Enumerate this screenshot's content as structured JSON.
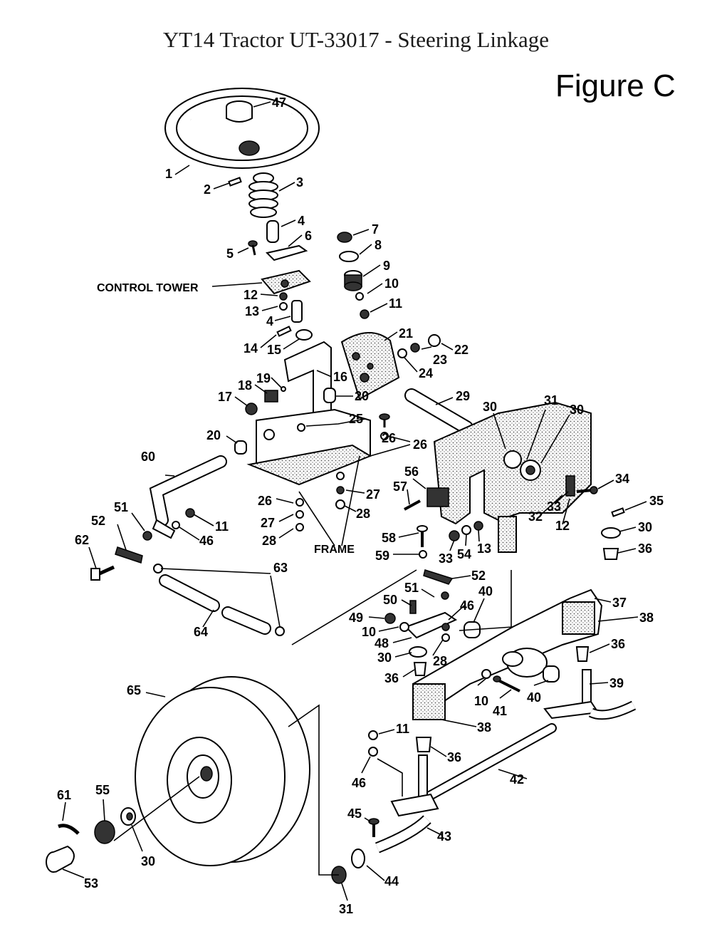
{
  "header": {
    "title": "YT14 Tractor UT-33017 - Steering Linkage",
    "figure": "Figure C"
  },
  "labels": {
    "control_tower": "CONTROL TOWER",
    "frame": "FRAME"
  },
  "callouts": [
    {
      "id": "c47",
      "text": "47"
    },
    {
      "id": "c1",
      "text": "1"
    },
    {
      "id": "c2",
      "text": "2"
    },
    {
      "id": "c3",
      "text": "3"
    },
    {
      "id": "c4a",
      "text": "4"
    },
    {
      "id": "c5",
      "text": "5"
    },
    {
      "id": "c6",
      "text": "6"
    },
    {
      "id": "c7",
      "text": "7"
    },
    {
      "id": "c8",
      "text": "8"
    },
    {
      "id": "c9",
      "text": "9"
    },
    {
      "id": "c10a",
      "text": "10"
    },
    {
      "id": "c11a",
      "text": "11"
    },
    {
      "id": "c12a",
      "text": "12"
    },
    {
      "id": "c13a",
      "text": "13"
    },
    {
      "id": "c4b",
      "text": "4"
    },
    {
      "id": "c14",
      "text": "14"
    },
    {
      "id": "c15",
      "text": "15"
    },
    {
      "id": "c21",
      "text": "21"
    },
    {
      "id": "c23",
      "text": "23"
    },
    {
      "id": "c22",
      "text": "22"
    },
    {
      "id": "c24",
      "text": "24"
    },
    {
      "id": "c16",
      "text": "16"
    },
    {
      "id": "c19",
      "text": "19"
    },
    {
      "id": "c18",
      "text": "18"
    },
    {
      "id": "c17",
      "text": "17"
    },
    {
      "id": "c20a",
      "text": "20"
    },
    {
      "id": "c25",
      "text": "25"
    },
    {
      "id": "c29",
      "text": "29"
    },
    {
      "id": "c30a",
      "text": "30"
    },
    {
      "id": "c31a",
      "text": "31"
    },
    {
      "id": "c30b",
      "text": "30"
    },
    {
      "id": "c20b",
      "text": "20"
    },
    {
      "id": "c26a",
      "text": "26"
    },
    {
      "id": "c26b",
      "text": "26"
    },
    {
      "id": "c60",
      "text": "60"
    },
    {
      "id": "c56",
      "text": "56"
    },
    {
      "id": "c57",
      "text": "57"
    },
    {
      "id": "c27a",
      "text": "27"
    },
    {
      "id": "c28a",
      "text": "28"
    },
    {
      "id": "c26c",
      "text": "26"
    },
    {
      "id": "c27b",
      "text": "27"
    },
    {
      "id": "c28b",
      "text": "28"
    },
    {
      "id": "c34",
      "text": "34"
    },
    {
      "id": "c35",
      "text": "35"
    },
    {
      "id": "c33a",
      "text": "33"
    },
    {
      "id": "c32",
      "text": "32"
    },
    {
      "id": "c12b",
      "text": "12"
    },
    {
      "id": "c30c",
      "text": "30"
    },
    {
      "id": "c36a",
      "text": "36"
    },
    {
      "id": "c51a",
      "text": "51"
    },
    {
      "id": "c52a",
      "text": "52"
    },
    {
      "id": "c11b",
      "text": "11"
    },
    {
      "id": "c46a",
      "text": "46"
    },
    {
      "id": "c62",
      "text": "62"
    },
    {
      "id": "c58",
      "text": "58"
    },
    {
      "id": "c33b",
      "text": "33"
    },
    {
      "id": "c54",
      "text": "54"
    },
    {
      "id": "c13b",
      "text": "13"
    },
    {
      "id": "c59",
      "text": "59"
    },
    {
      "id": "c63",
      "text": "63"
    },
    {
      "id": "c52b",
      "text": "52"
    },
    {
      "id": "c51b",
      "text": "51"
    },
    {
      "id": "c40a",
      "text": "40"
    },
    {
      "id": "c50",
      "text": "50"
    },
    {
      "id": "c46b",
      "text": "46"
    },
    {
      "id": "c37",
      "text": "37"
    },
    {
      "id": "c38a",
      "text": "38"
    },
    {
      "id": "c49",
      "text": "49"
    },
    {
      "id": "c10b",
      "text": "10"
    },
    {
      "id": "c48",
      "text": "48"
    },
    {
      "id": "c64",
      "text": "64"
    },
    {
      "id": "c36b",
      "text": "36"
    },
    {
      "id": "c30d",
      "text": "30"
    },
    {
      "id": "c28c",
      "text": "28"
    },
    {
      "id": "c36c",
      "text": "36"
    },
    {
      "id": "c39",
      "text": "39"
    },
    {
      "id": "c65",
      "text": "65"
    },
    {
      "id": "c10c",
      "text": "10"
    },
    {
      "id": "c40b",
      "text": "40"
    },
    {
      "id": "c41",
      "text": "41"
    },
    {
      "id": "c38b",
      "text": "38"
    },
    {
      "id": "c11c",
      "text": "11"
    },
    {
      "id": "c36d",
      "text": "36"
    },
    {
      "id": "c46c",
      "text": "46"
    },
    {
      "id": "c42",
      "text": "42"
    },
    {
      "id": "c61",
      "text": "61"
    },
    {
      "id": "c55",
      "text": "55"
    },
    {
      "id": "c45",
      "text": "45"
    },
    {
      "id": "c43",
      "text": "43"
    },
    {
      "id": "c30e",
      "text": "30"
    },
    {
      "id": "c53",
      "text": "53"
    },
    {
      "id": "c44",
      "text": "44"
    },
    {
      "id": "c31b",
      "text": "31"
    }
  ]
}
